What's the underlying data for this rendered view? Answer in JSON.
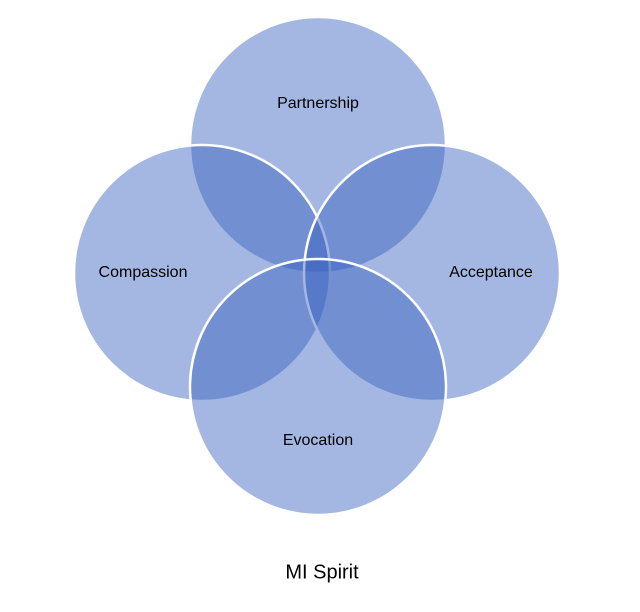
{
  "diagram": {
    "title": "MI Spirit",
    "circles": [
      {
        "label": "Partnership"
      },
      {
        "label": "Compassion"
      },
      {
        "label": "Acceptance"
      },
      {
        "label": "Evocation"
      }
    ],
    "colors": {
      "fill": "#355fbf",
      "stroke": "#ffffff"
    }
  }
}
